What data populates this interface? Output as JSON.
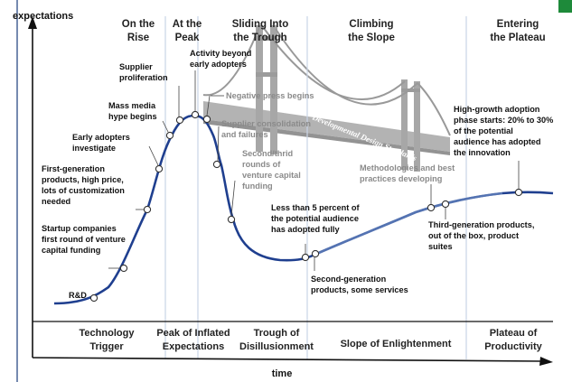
{
  "axes": {
    "y_label": "expectations",
    "x_label": "time"
  },
  "stages_top": [
    {
      "line1": "On the",
      "line2": "Rise"
    },
    {
      "line1": "At the",
      "line2": "Peak"
    },
    {
      "line1": "Sliding Into",
      "line2": "the Trough"
    },
    {
      "line1": "Climbing",
      "line2": "the Slope"
    },
    {
      "line1": "Entering",
      "line2": "the Plateau"
    }
  ],
  "phases_bottom": [
    {
      "line1": "Technology",
      "line2": "Trigger"
    },
    {
      "line1": "Peak of Inflated",
      "line2": "Expectations"
    },
    {
      "line1": "Trough of",
      "line2": "Disillusionment"
    },
    {
      "line1": "Slope of Enlightenment",
      "line2": ""
    },
    {
      "line1": "Plateau of",
      "line2": "Productivity"
    }
  ],
  "annotations": {
    "rd": "R&D",
    "startup": [
      "Startup companies",
      "first round of venture",
      "capital funding"
    ],
    "first_gen": [
      "First-generation",
      "products, high price,",
      "lots of customization",
      "needed"
    ],
    "early_adopters": [
      "Early adopters",
      "investigate"
    ],
    "mass_media": [
      "Mass media",
      "hype begins"
    ],
    "supplier_prolif": [
      "Supplier",
      "proliferation"
    ],
    "activity_beyond": [
      "Activity beyond",
      "early adopters"
    ],
    "negative_press": "Negative press begins",
    "supplier_consol": [
      "Supplier consolidation",
      "and failures"
    ],
    "second_third": [
      "Second/thrid",
      "rounds of",
      "venture capital",
      "funding"
    ],
    "less_than_5": [
      "Less than 5 percent of",
      "the potential audience",
      "has adopted fully"
    ],
    "second_gen": [
      "Second-generation",
      "products, some services"
    ],
    "methodologies": [
      "Methodologies and best",
      "practices developing"
    ],
    "third_gen": [
      "Third-generation products,",
      "out of the box, product",
      "suites"
    ],
    "high_growth": [
      "High-growth adoption",
      "phase starts: 20% to 30%",
      "of the potential",
      "audience has adopted",
      "the innovation"
    ]
  },
  "watermark_text": "Developmental Design Standards",
  "colors": {
    "curve": "#1f3f8f",
    "curve_light": "#7f9fcf",
    "accent_square": "#1e8a3a",
    "frame": "#1a3d7c",
    "bridge": "#8a8a8a"
  }
}
